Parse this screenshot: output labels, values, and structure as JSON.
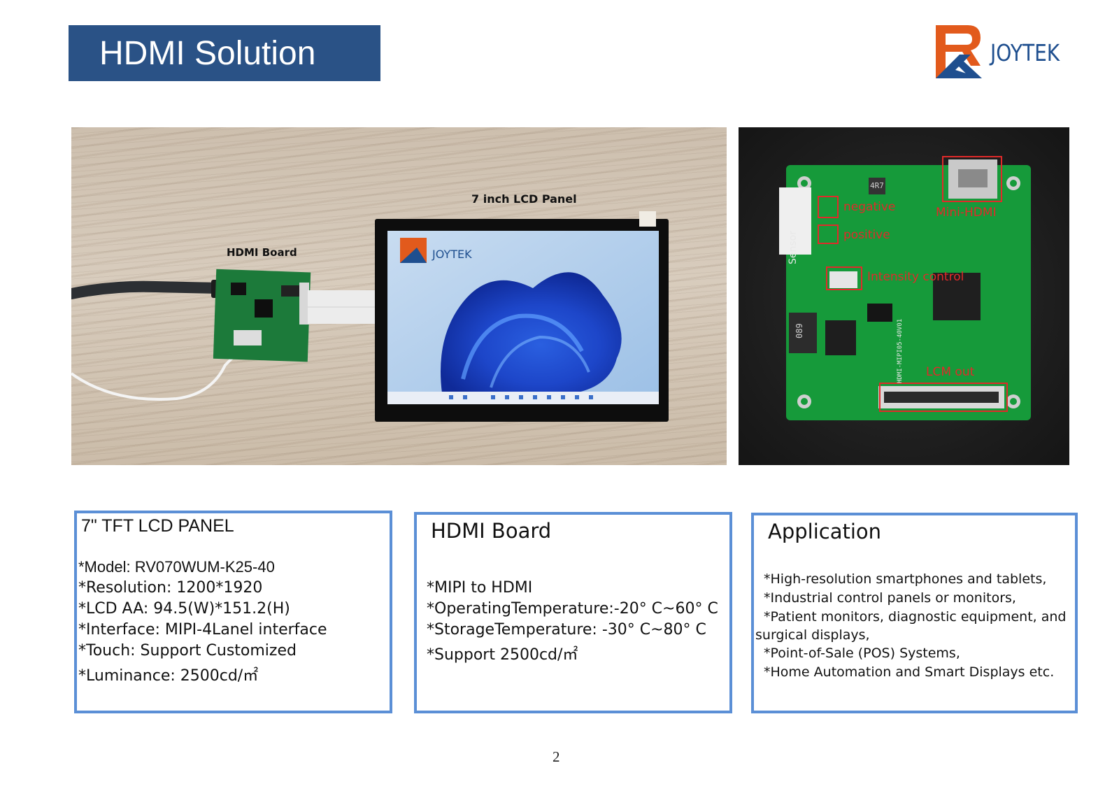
{
  "header": {
    "title": "HDMI Solution",
    "brand": "JOYTEK",
    "brand_colors": {
      "blue": "#1f4f8f",
      "orange": "#e25a1c"
    }
  },
  "photos": {
    "main": {
      "lcd_caption": "7 inch LCD Panel",
      "board_caption": "HDMI Board",
      "screen_brand": "JOYTEK"
    },
    "board": {
      "labels": [
        "negative",
        "positive",
        "Mini-HDMI",
        "Intensity  control",
        "LCM out"
      ],
      "silkscreen": [
        "Sensor",
        "HDMI-MIPI05-40V01",
        "4R7",
        "089"
      ]
    }
  },
  "boxes": [
    {
      "title": "7\" TFT LCD PANEL",
      "lines": [
        "*Model: RV070WUM-K25-40",
        "*Resolution: 1200*1920",
        "*LCD AA: 94.5(W)*151.2(H)",
        "*Interface: MIPI-4Lanel interface",
        "*Touch: Support Customized",
        "*Luminance: 2500cd/㎡"
      ]
    },
    {
      "title": "HDMI Board",
      "lines": [
        "*MIPI to HDMI",
        "*OperatingTemperature:-20°  C~60°  C",
        "*StorageTemperature: -30°  C~80°  C",
        "*Support 2500cd/㎡"
      ]
    },
    {
      "title": "Application",
      "lines": [
        "*High-resolution smartphones and tablets,",
        "*Industrial control panels or monitors,",
        "*Patient monitors, diagnostic equipment, and",
        "surgical displays,",
        "*Point-of-Sale (POS) Systems,",
        "*Home Automation and Smart Displays etc."
      ]
    }
  ],
  "footer": {
    "page_number": "2"
  }
}
